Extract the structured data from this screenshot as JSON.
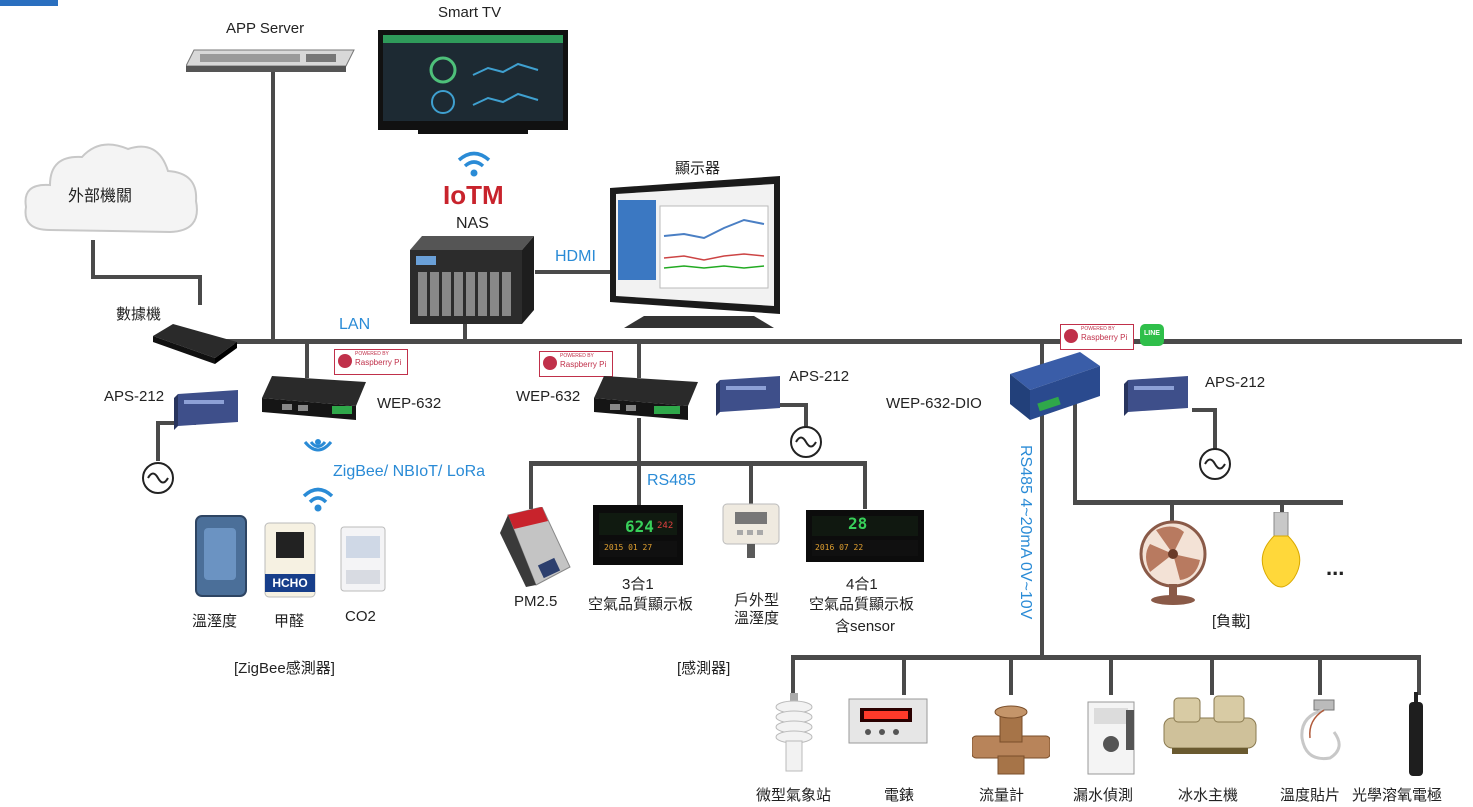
{
  "labels": {
    "app_server": "APP Server",
    "smart_tv": "Smart TV",
    "iotm": "IoTM",
    "nas": "NAS",
    "display": "顯示器",
    "hdmi": "HDMI",
    "external": "外部機關",
    "modem": "數據機",
    "lan": "LAN",
    "aps212_left": "APS-212",
    "wep632_left": "WEP-632",
    "wep632_mid": "WEP-632",
    "aps212_mid": "APS-212",
    "wep632dio": "WEP-632-DIO",
    "aps212_right": "APS-212",
    "wireless": "ZigBee/ NBIoT/ LoRa",
    "rs485": "RS485",
    "rs485_vertical": "RS485 4~20mA 0V~10V",
    "hcho_badge": "HCHO",
    "raspberry_badge_top": "POWERED BY",
    "raspberry_badge_name": "Raspberry Pi",
    "line_badge": "LINE",
    "dots": "..."
  },
  "zigbee_sensors": [
    {
      "label": "溫溼度"
    },
    {
      "label": "甲醛"
    },
    {
      "label": "CO2"
    }
  ],
  "zigbee_group": "[ZigBee感測器]",
  "sensors": [
    {
      "line1": "PM2.5",
      "line2": "",
      "line3": ""
    },
    {
      "line1": "3合1",
      "line2": "空氣品質顯示板",
      "line3": ""
    },
    {
      "line1": "戶外型",
      "line2": "溫溼度",
      "line3": ""
    },
    {
      "line1": "4合1",
      "line2": "空氣品質顯示板",
      "line3": "含sensor"
    }
  ],
  "sensor_group": "[感測器]",
  "load_group": "[負載]",
  "bottom_devices": [
    {
      "label": "微型氣象站"
    },
    {
      "label": "電錶"
    },
    {
      "label": "流量計"
    },
    {
      "label": "漏水偵測"
    },
    {
      "label": "冰水主機"
    },
    {
      "label": "溫度貼片"
    },
    {
      "label": "光學溶氧電極"
    }
  ],
  "display_readouts": {
    "board3_top": "624",
    "board3_side": "242",
    "board3_date": "2015 01 27",
    "board4_top": "28",
    "board4_date": "2016 07 22"
  },
  "colors": {
    "accent_blue": "#2a8bd6",
    "iotm_red": "#c8232c",
    "line": "#4a4a4a"
  }
}
